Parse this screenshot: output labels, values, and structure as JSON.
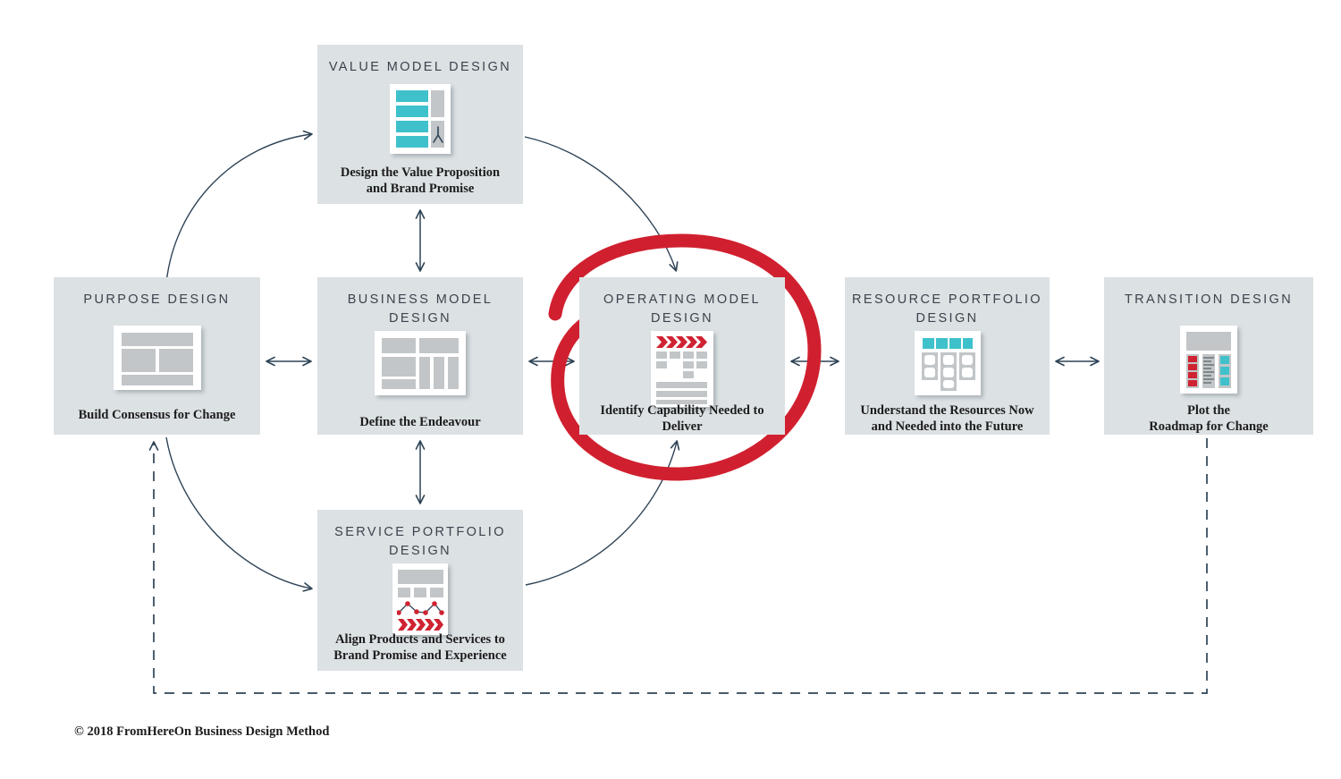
{
  "diagram": {
    "footer": "© 2018 FromHereOn Business Design Method",
    "colors": {
      "node_bg": "#dce1e4",
      "connector": "#2e4356",
      "highlight_red": "#d0202f",
      "accent_teal": "#3fc1cb",
      "accent_red": "#cf2232",
      "icon_grey": "#c2c6c8",
      "title_text": "#3a444c",
      "caption_text": "#1c1c1c"
    },
    "nodes": [
      {
        "id": "value-model-design",
        "title": "VALUE MODEL DESIGN",
        "caption": "Design the Value Proposition\nand Brand Promise",
        "icon": "value-model-icon"
      },
      {
        "id": "purpose-design",
        "title": "PURPOSE DESIGN",
        "caption": "Build Consensus  for Change",
        "icon": "purpose-layout-icon"
      },
      {
        "id": "business-model-design",
        "title": "BUSINESS MODEL\nDESIGN",
        "caption": "Define the Endeavour",
        "icon": "business-canvas-icon"
      },
      {
        "id": "operating-model-design",
        "title": "OPERATING MODEL\nDESIGN",
        "caption": "Identify Capability Needed to\nDeliver",
        "icon": "operating-model-icon",
        "highlighted": true
      },
      {
        "id": "resource-portfolio-design",
        "title": "RESOURCE PORTFOLIO\nDESIGN",
        "caption": "Understand the Resources Now\nand Needed into the Future",
        "icon": "resource-portfolio-icon"
      },
      {
        "id": "transition-design",
        "title": "TRANSITION DESIGN",
        "caption": "Plot the\nRoadmap for Change",
        "icon": "transition-roadmap-icon"
      },
      {
        "id": "service-portfolio-design",
        "title": "SERVICE PORTFOLIO\nDESIGN",
        "caption": "Align Products and Services to\nBrand Promise and Experience",
        "icon": "service-portfolio-icon"
      }
    ],
    "connectors": [
      {
        "from": "purpose-design",
        "to": "business-model-design",
        "style": "double-arrow-horizontal"
      },
      {
        "from": "business-model-design",
        "to": "operating-model-design",
        "style": "double-arrow-horizontal"
      },
      {
        "from": "operating-model-design",
        "to": "resource-portfolio-design",
        "style": "double-arrow-horizontal"
      },
      {
        "from": "resource-portfolio-design",
        "to": "transition-design",
        "style": "double-arrow-horizontal"
      },
      {
        "from": "value-model-design",
        "to": "business-model-design",
        "style": "double-arrow-vertical"
      },
      {
        "from": "business-model-design",
        "to": "service-portfolio-design",
        "style": "double-arrow-vertical"
      },
      {
        "from": "purpose-design",
        "to": "value-model-design",
        "style": "curved-arrow"
      },
      {
        "from": "value-model-design",
        "to": "operating-model-design",
        "style": "curved-arrow"
      },
      {
        "from": "purpose-design",
        "to": "service-portfolio-design",
        "style": "curved-arrow"
      },
      {
        "from": "service-portfolio-design",
        "to": "operating-model-design",
        "style": "curved-arrow"
      },
      {
        "from": "transition-design",
        "to": "purpose-design",
        "style": "dashed-feedback-loop"
      }
    ],
    "annotation": {
      "type": "hand-drawn-circle",
      "target": "operating-model-design",
      "color": "#d0202f"
    }
  }
}
